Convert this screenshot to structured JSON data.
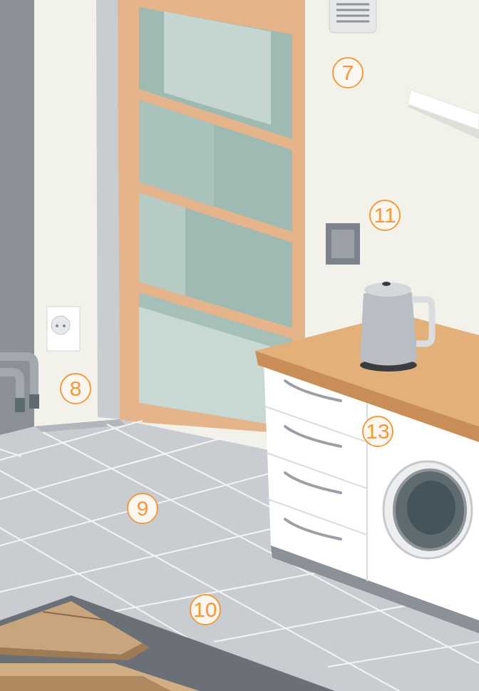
{
  "diagram": {
    "labels": [
      "7",
      "11",
      "8",
      "13",
      "9",
      "10"
    ]
  }
}
